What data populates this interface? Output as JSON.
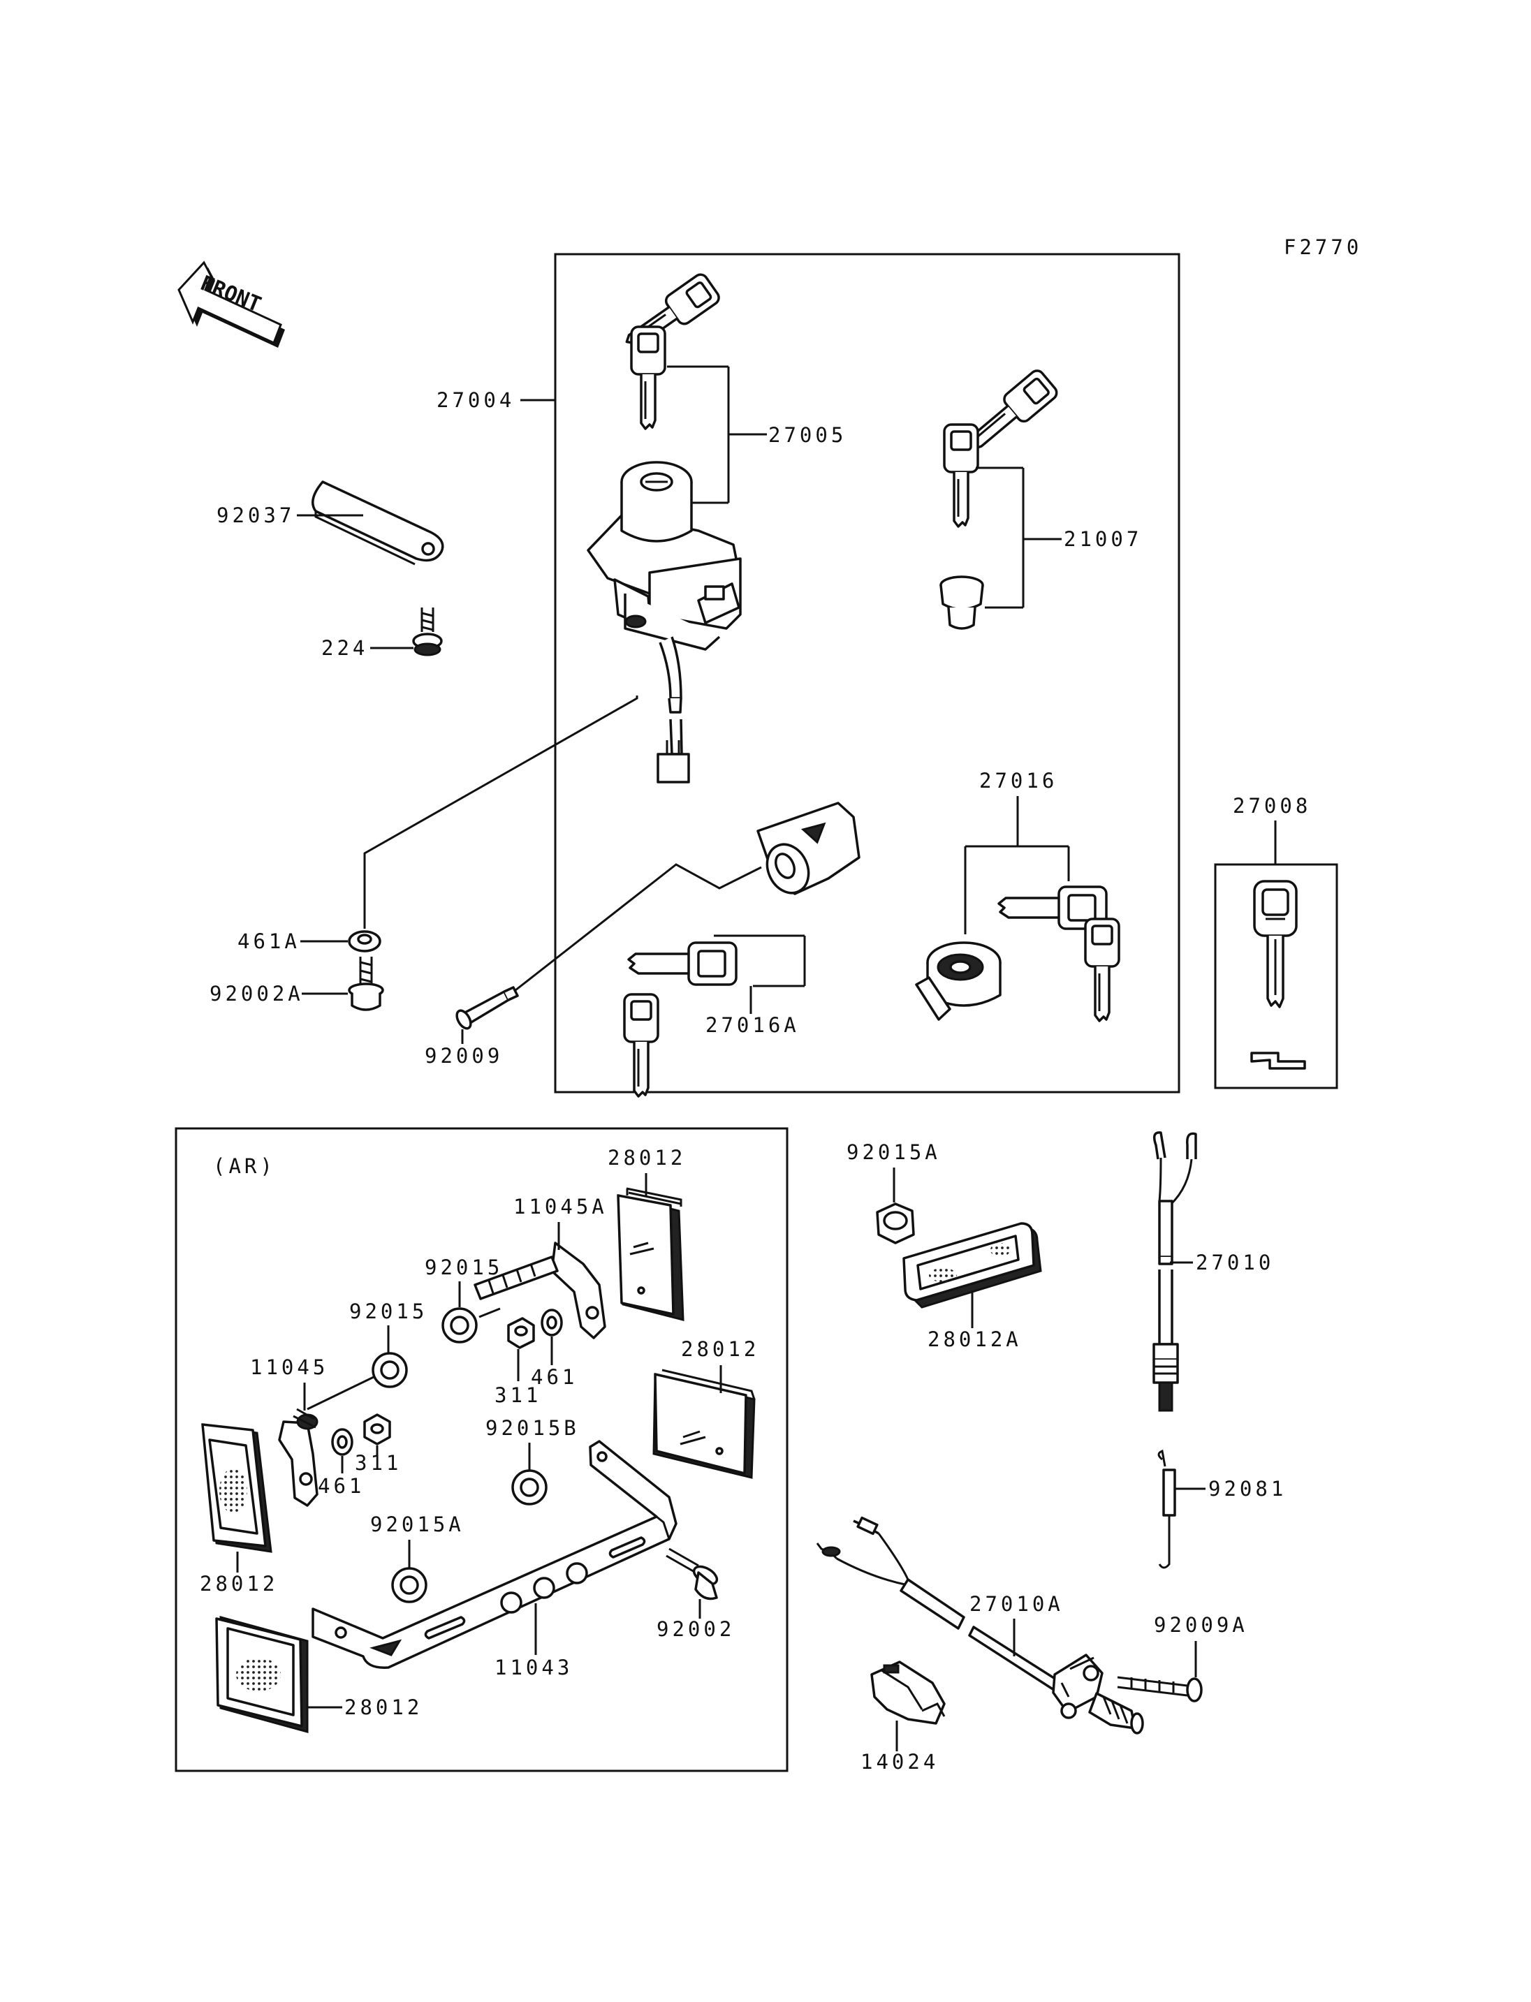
{
  "figure_code": "F2770",
  "front_label": "FRONT",
  "ar_label": "(AR)",
  "parts": {
    "p27004": "27004",
    "p27005": "27005",
    "p21007": "21007",
    "p92037": "92037",
    "p224": "224",
    "p27016": "27016",
    "p27008": "27008",
    "p461A": "461A",
    "p92002A": "92002A",
    "p92009": "92009",
    "p27016A": "27016A",
    "p28012_top": "28012",
    "p11045A": "11045A",
    "p92015_a": "92015",
    "p92015_b": "92015",
    "p11045": "11045",
    "p311_a": "311",
    "p461_a": "461",
    "p28012_mid": "28012",
    "p92015B": "92015B",
    "p461_b": "461",
    "p311_b": "311",
    "p28012_left": "28012",
    "p92015A_in": "92015A",
    "p92002": "92002",
    "p11043": "11043",
    "p28012_bottom": "28012",
    "p92015A_out": "92015A",
    "p28012A": "28012A",
    "p27010": "27010",
    "p92081": "92081",
    "p27010A": "27010A",
    "p92009A": "92009A",
    "p14024": "14024"
  }
}
